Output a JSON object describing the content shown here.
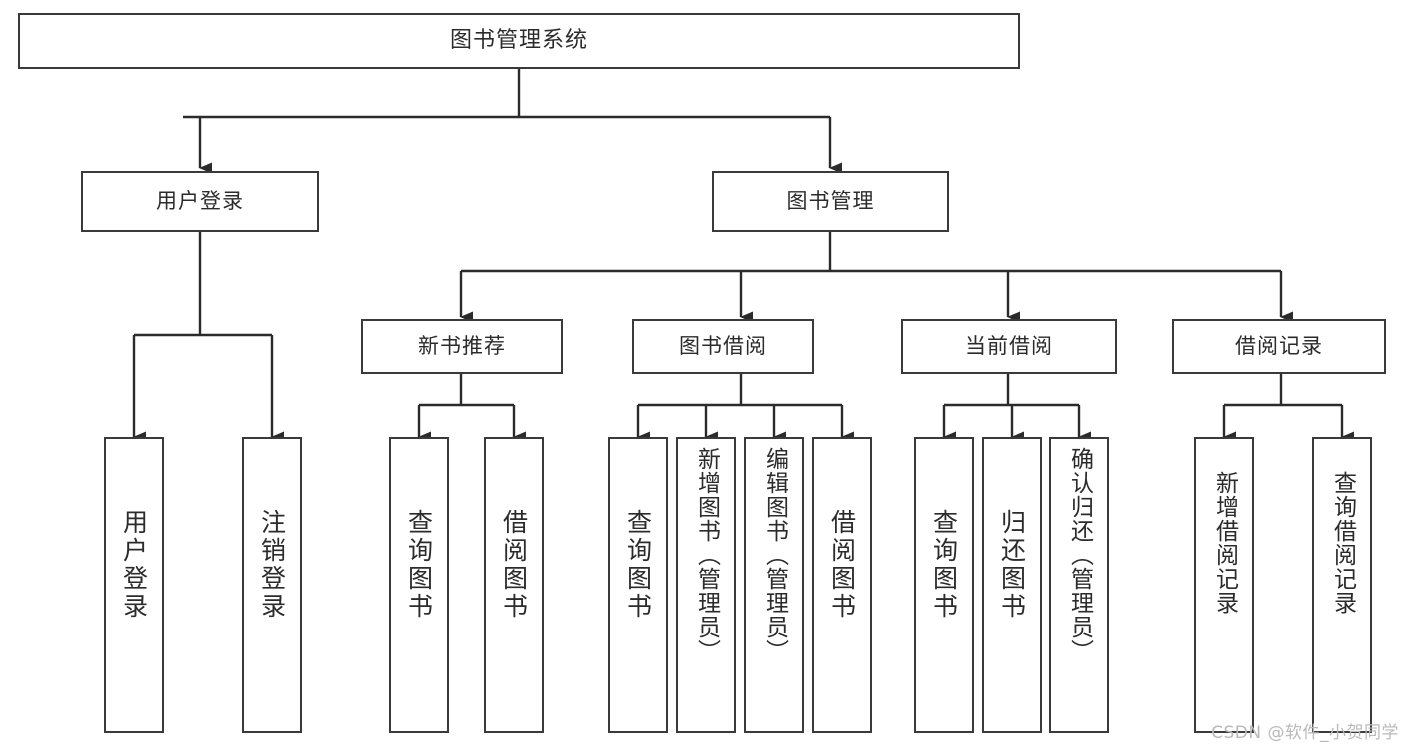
{
  "diagram": {
    "title": "图书管理系统",
    "type": "tree",
    "watermark": "CSDN @软件_小贺同学",
    "colors": {
      "box_border": "#3a3a3a",
      "line": "#2b2b2b",
      "background": "#ffffff",
      "text": "#2b2b2b",
      "watermark": "#b9b9b9"
    },
    "levels": {
      "root": [
        "图书管理系统"
      ],
      "level2": [
        "用户登录",
        "图书管理"
      ],
      "level3": [
        "新书推荐",
        "图书借阅",
        "当前借阅",
        "借阅记录"
      ],
      "leaves": [
        "用户登录",
        "注销登录",
        "查询图书",
        "借阅图书",
        "查询图书",
        "新增图书（管理员）",
        "编辑图书（管理员）",
        "借阅图书",
        "查询图书",
        "归还图书",
        "确认归还（管理员）",
        "新增借阅记录",
        "查询借阅记录"
      ]
    },
    "nodes": {
      "root": {
        "label": "图书管理系统"
      },
      "user_login": {
        "label": "用户登录"
      },
      "book_manage": {
        "label": "图书管理"
      },
      "new_book_rec": {
        "label": "新书推荐"
      },
      "book_borrow": {
        "label": "图书借阅"
      },
      "current_borrow": {
        "label": "当前借阅"
      },
      "borrow_record": {
        "label": "借阅记录"
      },
      "leaf_user_login": {
        "label": "用户登录"
      },
      "leaf_logout": {
        "label": "注销登录"
      },
      "leaf_query_book_1": {
        "label": "查询图书"
      },
      "leaf_borrow_book_1": {
        "label": "借阅图书"
      },
      "leaf_query_book_2": {
        "label": "查询图书"
      },
      "leaf_add_book": {
        "label": "新增图书（管理员）"
      },
      "leaf_edit_book": {
        "label": "编辑图书（管理员）"
      },
      "leaf_borrow_book_2": {
        "label": "借阅图书"
      },
      "leaf_query_book_3": {
        "label": "查询图书"
      },
      "leaf_return_book": {
        "label": "归还图书"
      },
      "leaf_confirm_return": {
        "label": "确认归还（管理员）"
      },
      "leaf_add_record": {
        "label": "新增借阅记录"
      },
      "leaf_query_record": {
        "label": "查询借阅记录"
      }
    },
    "edges": [
      {
        "from": "root",
        "to": "user_login"
      },
      {
        "from": "root",
        "to": "book_manage"
      },
      {
        "from": "user_login",
        "to": "leaf_user_login"
      },
      {
        "from": "user_login",
        "to": "leaf_logout"
      },
      {
        "from": "book_manage",
        "to": "new_book_rec"
      },
      {
        "from": "book_manage",
        "to": "book_borrow"
      },
      {
        "from": "book_manage",
        "to": "current_borrow"
      },
      {
        "from": "book_manage",
        "to": "borrow_record"
      },
      {
        "from": "new_book_rec",
        "to": "leaf_query_book_1"
      },
      {
        "from": "new_book_rec",
        "to": "leaf_borrow_book_1"
      },
      {
        "from": "book_borrow",
        "to": "leaf_query_book_2"
      },
      {
        "from": "book_borrow",
        "to": "leaf_add_book"
      },
      {
        "from": "book_borrow",
        "to": "leaf_edit_book"
      },
      {
        "from": "book_borrow",
        "to": "leaf_borrow_book_2"
      },
      {
        "from": "current_borrow",
        "to": "leaf_query_book_3"
      },
      {
        "from": "current_borrow",
        "to": "leaf_return_book"
      },
      {
        "from": "current_borrow",
        "to": "leaf_confirm_return"
      },
      {
        "from": "borrow_record",
        "to": "leaf_add_record"
      },
      {
        "from": "borrow_record",
        "to": "leaf_query_record"
      }
    ]
  }
}
